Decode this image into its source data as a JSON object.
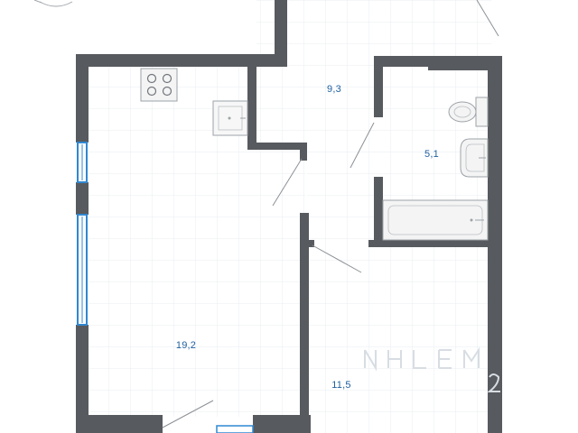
{
  "colors": {
    "wall": "#575a5e",
    "tile_grid": "#e9edf1",
    "label": "#1f5f9e",
    "window": "#2f88d2",
    "fixture_stroke": "#9da3a8",
    "fixture_fill": "#f4f4f4",
    "door_line": "#8c9196",
    "watermark": "#d7dde3"
  },
  "rooms": [
    {
      "id": "kitchen-living",
      "area": "19,2"
    },
    {
      "id": "hallway",
      "area": "9,3"
    },
    {
      "id": "bathroom",
      "area": "5,1"
    },
    {
      "id": "bedroom",
      "area": "11,5"
    }
  ]
}
